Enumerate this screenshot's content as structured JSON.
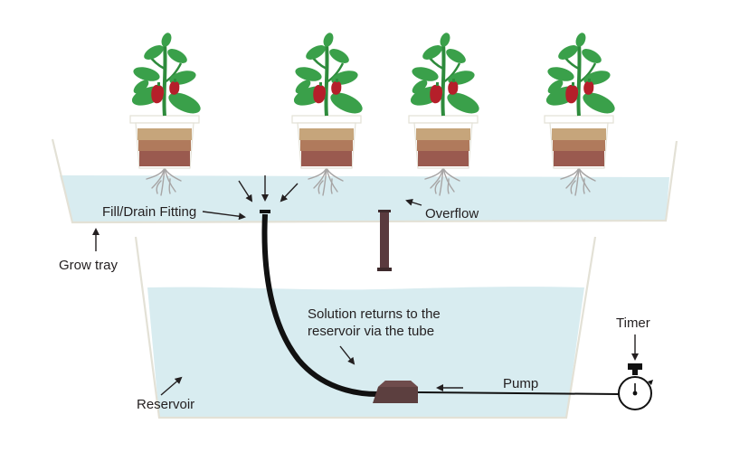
{
  "labels": {
    "fill_drain": "Fill/Drain Fitting",
    "overflow": "Overflow",
    "grow_tray": "Grow tray",
    "solution_line1": "Solution returns to the",
    "solution_line2": "reservoir via the tube",
    "timer": "Timer",
    "pump": "Pump",
    "reservoir": "Reservoir"
  },
  "colors": {
    "water": "#d8ecf0",
    "tray_outline": "#e3e1d6",
    "tube": "#111111",
    "pump": "#5c3f3f",
    "overflow_pipe": "#5a3a3e",
    "leaf": "#3aa04a",
    "stem": "#2e8b3c",
    "pepper": "#b51f2a",
    "soil_top": "#c6a57b",
    "soil_mid": "#b07a5c",
    "soil_bottom": "#9a5a4f",
    "roots": "#a7a5a5",
    "arrow": "#231f20"
  },
  "icons": [
    "pepper-plant-icon",
    "timer-icon",
    "pump-icon",
    "arrow-icon"
  ]
}
